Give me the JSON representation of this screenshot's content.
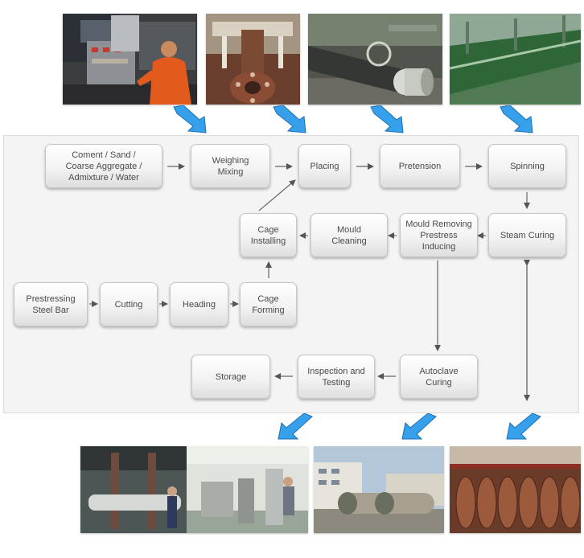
{
  "nodes": {
    "raw_materials": "Coment / Sand /\nCoarse Aggregate /\nAdmixture / Water",
    "weighing_mixing": "Weighing\nMixing",
    "placing": "Placing",
    "pretension": "Pretension",
    "spinning": "Spinning",
    "steam_curing": "Steam Curing",
    "mould_removing": "Mould Removing\nPrestress Inducing",
    "mould_cleaning": "Mould\nCleaning",
    "cage_installing": "Cage\nInstalling",
    "prestressing_bar": "Prestressing\nSteel Bar",
    "cutting": "Cutting",
    "heading": "Heading",
    "cage_forming": "Cage\nForming",
    "storage": "Storage",
    "inspection_testing": "Inspection and\nTesting",
    "autoclave_curing": "Autoclave\nCuring"
  },
  "photos": {
    "control_room": "control-room-operator-photo",
    "weighing_mixing_plant": "mixing-plant-photo",
    "pretension_machine": "pretension-machine-photo",
    "spinning_line": "spinning-machine-photo",
    "inspection_lab": "testing-lab-photo",
    "autoclave": "autoclave-photo",
    "steam_curing_pool": "steam-curing-pool-photo"
  },
  "colors": {
    "panel_bg": "#f4f4f4",
    "node_text": "#4a4a4a",
    "connector": "#555555",
    "photo_arrow": "#3aa0e8"
  }
}
